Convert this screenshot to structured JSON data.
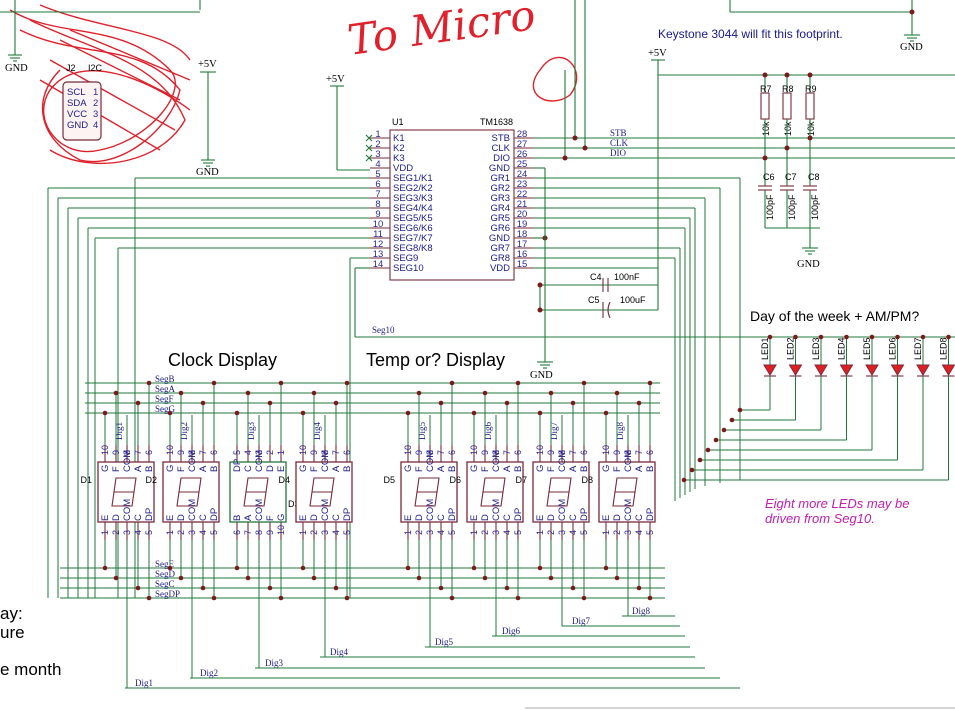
{
  "titles": {
    "clock_display": "Clock Display",
    "temp_display": "Temp or? Display",
    "led_header": "Day of the week + AM/PM?",
    "keystone_note": "Keystone 3044 will fit this footprint.",
    "led_note_line1": "Eight more LEDs may be",
    "led_note_line2": "driven from Seg10.",
    "scribble_text": "To Micro"
  },
  "side_text": [
    "ay:",
    "ure",
    "e month"
  ],
  "power": {
    "vcc": "+5V",
    "gnd": "GND"
  },
  "connector": {
    "ref": "J2",
    "name": "I2C",
    "pins": [
      "SCL",
      "SDA",
      "VCC",
      "GND"
    ],
    "numbers": [
      "1",
      "2",
      "3",
      "4"
    ]
  },
  "ic": {
    "ref": "U1",
    "part": "TM1638",
    "left_pins": [
      {
        "num": "1",
        "name": "K1"
      },
      {
        "num": "2",
        "name": "K2"
      },
      {
        "num": "3",
        "name": "K3"
      },
      {
        "num": "4",
        "name": "VDD"
      },
      {
        "num": "5",
        "name": "SEG1/K1"
      },
      {
        "num": "6",
        "name": "SEG2/K2"
      },
      {
        "num": "7",
        "name": "SEG3/K3"
      },
      {
        "num": "8",
        "name": "SEG4/K4"
      },
      {
        "num": "9",
        "name": "SEG5/K5"
      },
      {
        "num": "10",
        "name": "SEG6/K6"
      },
      {
        "num": "11",
        "name": "SEG7/K7"
      },
      {
        "num": "12",
        "name": "SEG8/K8"
      },
      {
        "num": "13",
        "name": "SEG9"
      },
      {
        "num": "14",
        "name": "SEG10"
      }
    ],
    "right_pins": [
      {
        "num": "28",
        "name": "STB"
      },
      {
        "num": "27",
        "name": "CLK"
      },
      {
        "num": "26",
        "name": "DIO"
      },
      {
        "num": "25",
        "name": "GND"
      },
      {
        "num": "24",
        "name": "GR1"
      },
      {
        "num": "23",
        "name": "GR2"
      },
      {
        "num": "22",
        "name": "GR3"
      },
      {
        "num": "21",
        "name": "GR4"
      },
      {
        "num": "20",
        "name": "GR5"
      },
      {
        "num": "19",
        "name": "GR6"
      },
      {
        "num": "18",
        "name": "GND"
      },
      {
        "num": "17",
        "name": "GR7"
      },
      {
        "num": "16",
        "name": "GR8"
      },
      {
        "num": "15",
        "name": "VDD"
      }
    ]
  },
  "signals": [
    "STB",
    "CLK",
    "DIO"
  ],
  "resistors": [
    {
      "ref": "R7",
      "value": "10k"
    },
    {
      "ref": "R8",
      "value": "10k"
    },
    {
      "ref": "R9",
      "value": "10k"
    }
  ],
  "caps_small": [
    {
      "ref": "C6",
      "value": "100pF"
    },
    {
      "ref": "C7",
      "value": "100pF"
    },
    {
      "ref": "C8",
      "value": "100pF"
    }
  ],
  "caps_supply": [
    {
      "ref": "C4",
      "value": "100nF"
    },
    {
      "ref": "C5",
      "value": "100uF"
    }
  ],
  "seg_net_top": [
    "SegB",
    "SegA",
    "SegF",
    "SegG"
  ],
  "seg_net_bottom": [
    "SegE",
    "SegD",
    "SegC",
    "SegDP"
  ],
  "seg10_net": "Seg10",
  "digit_nets": [
    "Dig1",
    "Dig2",
    "Dig3",
    "Dig4",
    "Dig5",
    "Dig6",
    "Dig7",
    "Dig8"
  ],
  "displays": [
    "D1",
    "D2",
    "D3",
    "D4",
    "D5",
    "D6",
    "D7",
    "D8"
  ],
  "display_top_pins": [
    "10",
    "9",
    "8",
    "7",
    "6"
  ],
  "display_top_labels": [
    "G",
    "F",
    "COM",
    "A",
    "B"
  ],
  "display_bottom_pins": [
    "1",
    "2",
    "3",
    "4",
    "5"
  ],
  "display_bottom_labels": [
    "E",
    "D",
    "COM",
    "C",
    "DP"
  ],
  "d3_top_pins": [
    "5",
    "4",
    "3",
    "2",
    "1"
  ],
  "d3_top_labels": [
    "DP",
    "C",
    "COM",
    "D",
    "E"
  ],
  "d3_bottom_pins": [
    "6",
    "7",
    "8",
    "9",
    "10"
  ],
  "d3_bottom_labels": [
    "B",
    "A",
    "COM",
    "F",
    "G"
  ],
  "leds": [
    "LED1",
    "LED2",
    "LED3",
    "LED4",
    "LED5",
    "LED6",
    "LED7",
    "LED8"
  ],
  "colors": {
    "wire": "#1f7a3a",
    "part": "#7a2a3a",
    "label": "#1a1a8a",
    "note_pink": "#c020b0",
    "scribble": "#e0202a"
  }
}
